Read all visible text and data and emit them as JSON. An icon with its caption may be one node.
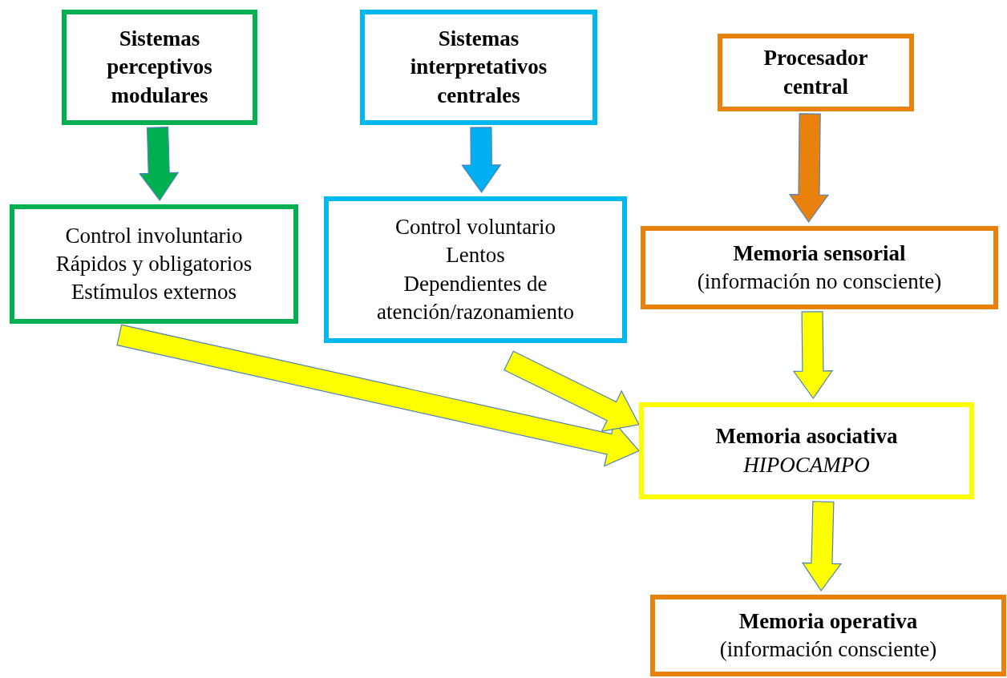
{
  "diagram": {
    "nodes": [
      {
        "text": [
          "Sistemas perceptivos modulares"
        ]
      },
      {
        "text": [
          "Sistemas interpretativos centrales"
        ]
      },
      {
        "text": [
          "Procesador central"
        ]
      },
      {
        "text": [
          "Control involuntario",
          "Rápidos y obligatorios",
          "Estímulos externos"
        ]
      },
      {
        "text": [
          "Control voluntario",
          "Lentos",
          "Dependientes de atención/razonamiento"
        ]
      },
      {
        "text": [
          "Memoria sensorial",
          "(información no consciente)"
        ]
      },
      {
        "text": [
          "Memoria asociativa",
          "HIPOCAMPO"
        ]
      },
      {
        "text": [
          "Memoria operativa",
          "(información consciente)"
        ]
      }
    ],
    "edges": [
      {
        "from": 0,
        "to": 3,
        "arrow": "to",
        "color": "#00b050"
      },
      {
        "from": 1,
        "to": 4,
        "arrow": "to",
        "color": "#00b0f0"
      },
      {
        "from": 2,
        "to": 5,
        "arrow": "to",
        "color": "#e8820c"
      },
      {
        "from": 5,
        "to": 6,
        "arrow": "to"
      },
      {
        "from": 3,
        "to": 6,
        "arrow": "to"
      },
      {
        "from": 4,
        "to": 6,
        "arrow": "to"
      },
      {
        "from": 6,
        "to": 7,
        "arrow": "to"
      }
    ]
  }
}
